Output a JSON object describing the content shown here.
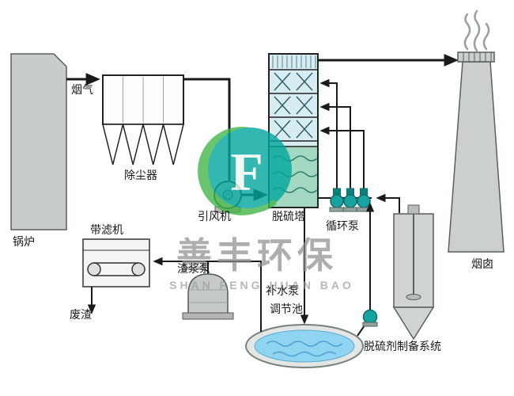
{
  "diagram": {
    "type": "flue-gas-desulfurization-process-flow",
    "labels": {
      "boiler": "锅炉",
      "flue_gas": "烟气",
      "dust_collector": "除尘器",
      "induced_draft_fan": "引风机",
      "desulfurization_tower": "脱硫塔",
      "circulation_pump": "循环泵",
      "belt_filter": "带滤机",
      "slurry_pump": "渣浆泵",
      "waste_residue": "废渣",
      "makeup_water_pump": "补水泵",
      "regulating_pool": "调节池",
      "desulfurizer_prep_system": "脱硫剂制备系统",
      "chimney": "烟囱"
    }
  },
  "watermark": {
    "company_cn": "善丰环保",
    "company_en": "SHAN FENG HUAN BAO",
    "logo_letter": "F"
  },
  "colors": {
    "line": "#1a1a1a",
    "equipment_gray": "#ccd0cd",
    "tower_fill": "#d8edf1",
    "tower_liquid": "#a5d8c3",
    "pool_water": "#8fd4f0",
    "pump_teal": "#18a3a3",
    "logo_teal": "#00a79d",
    "logo_green": "#43b649",
    "watermark_text": "#8c8c8c"
  }
}
